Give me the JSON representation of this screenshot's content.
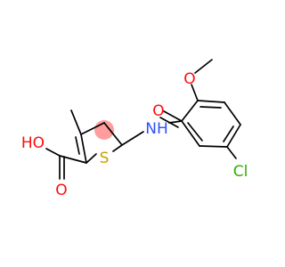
{
  "molecule": {
    "atom_labels": {
      "carboxyl_hydroxyl": "HO",
      "carboxyl_oxygen": "O",
      "thiophene_sulfur": "S",
      "amide_nitrogen": "NH",
      "amide_oxygen": "O",
      "methoxy_oxygen": "O",
      "chlorine": "Cl"
    },
    "colors": {
      "bond": "#000000",
      "oxygen": "#ff0d0d",
      "nitrogen": "#3050f8",
      "sulfur": "#c8a000",
      "chlorine": "#2db000",
      "aromatic_highlight": "#ff8c8c"
    }
  }
}
